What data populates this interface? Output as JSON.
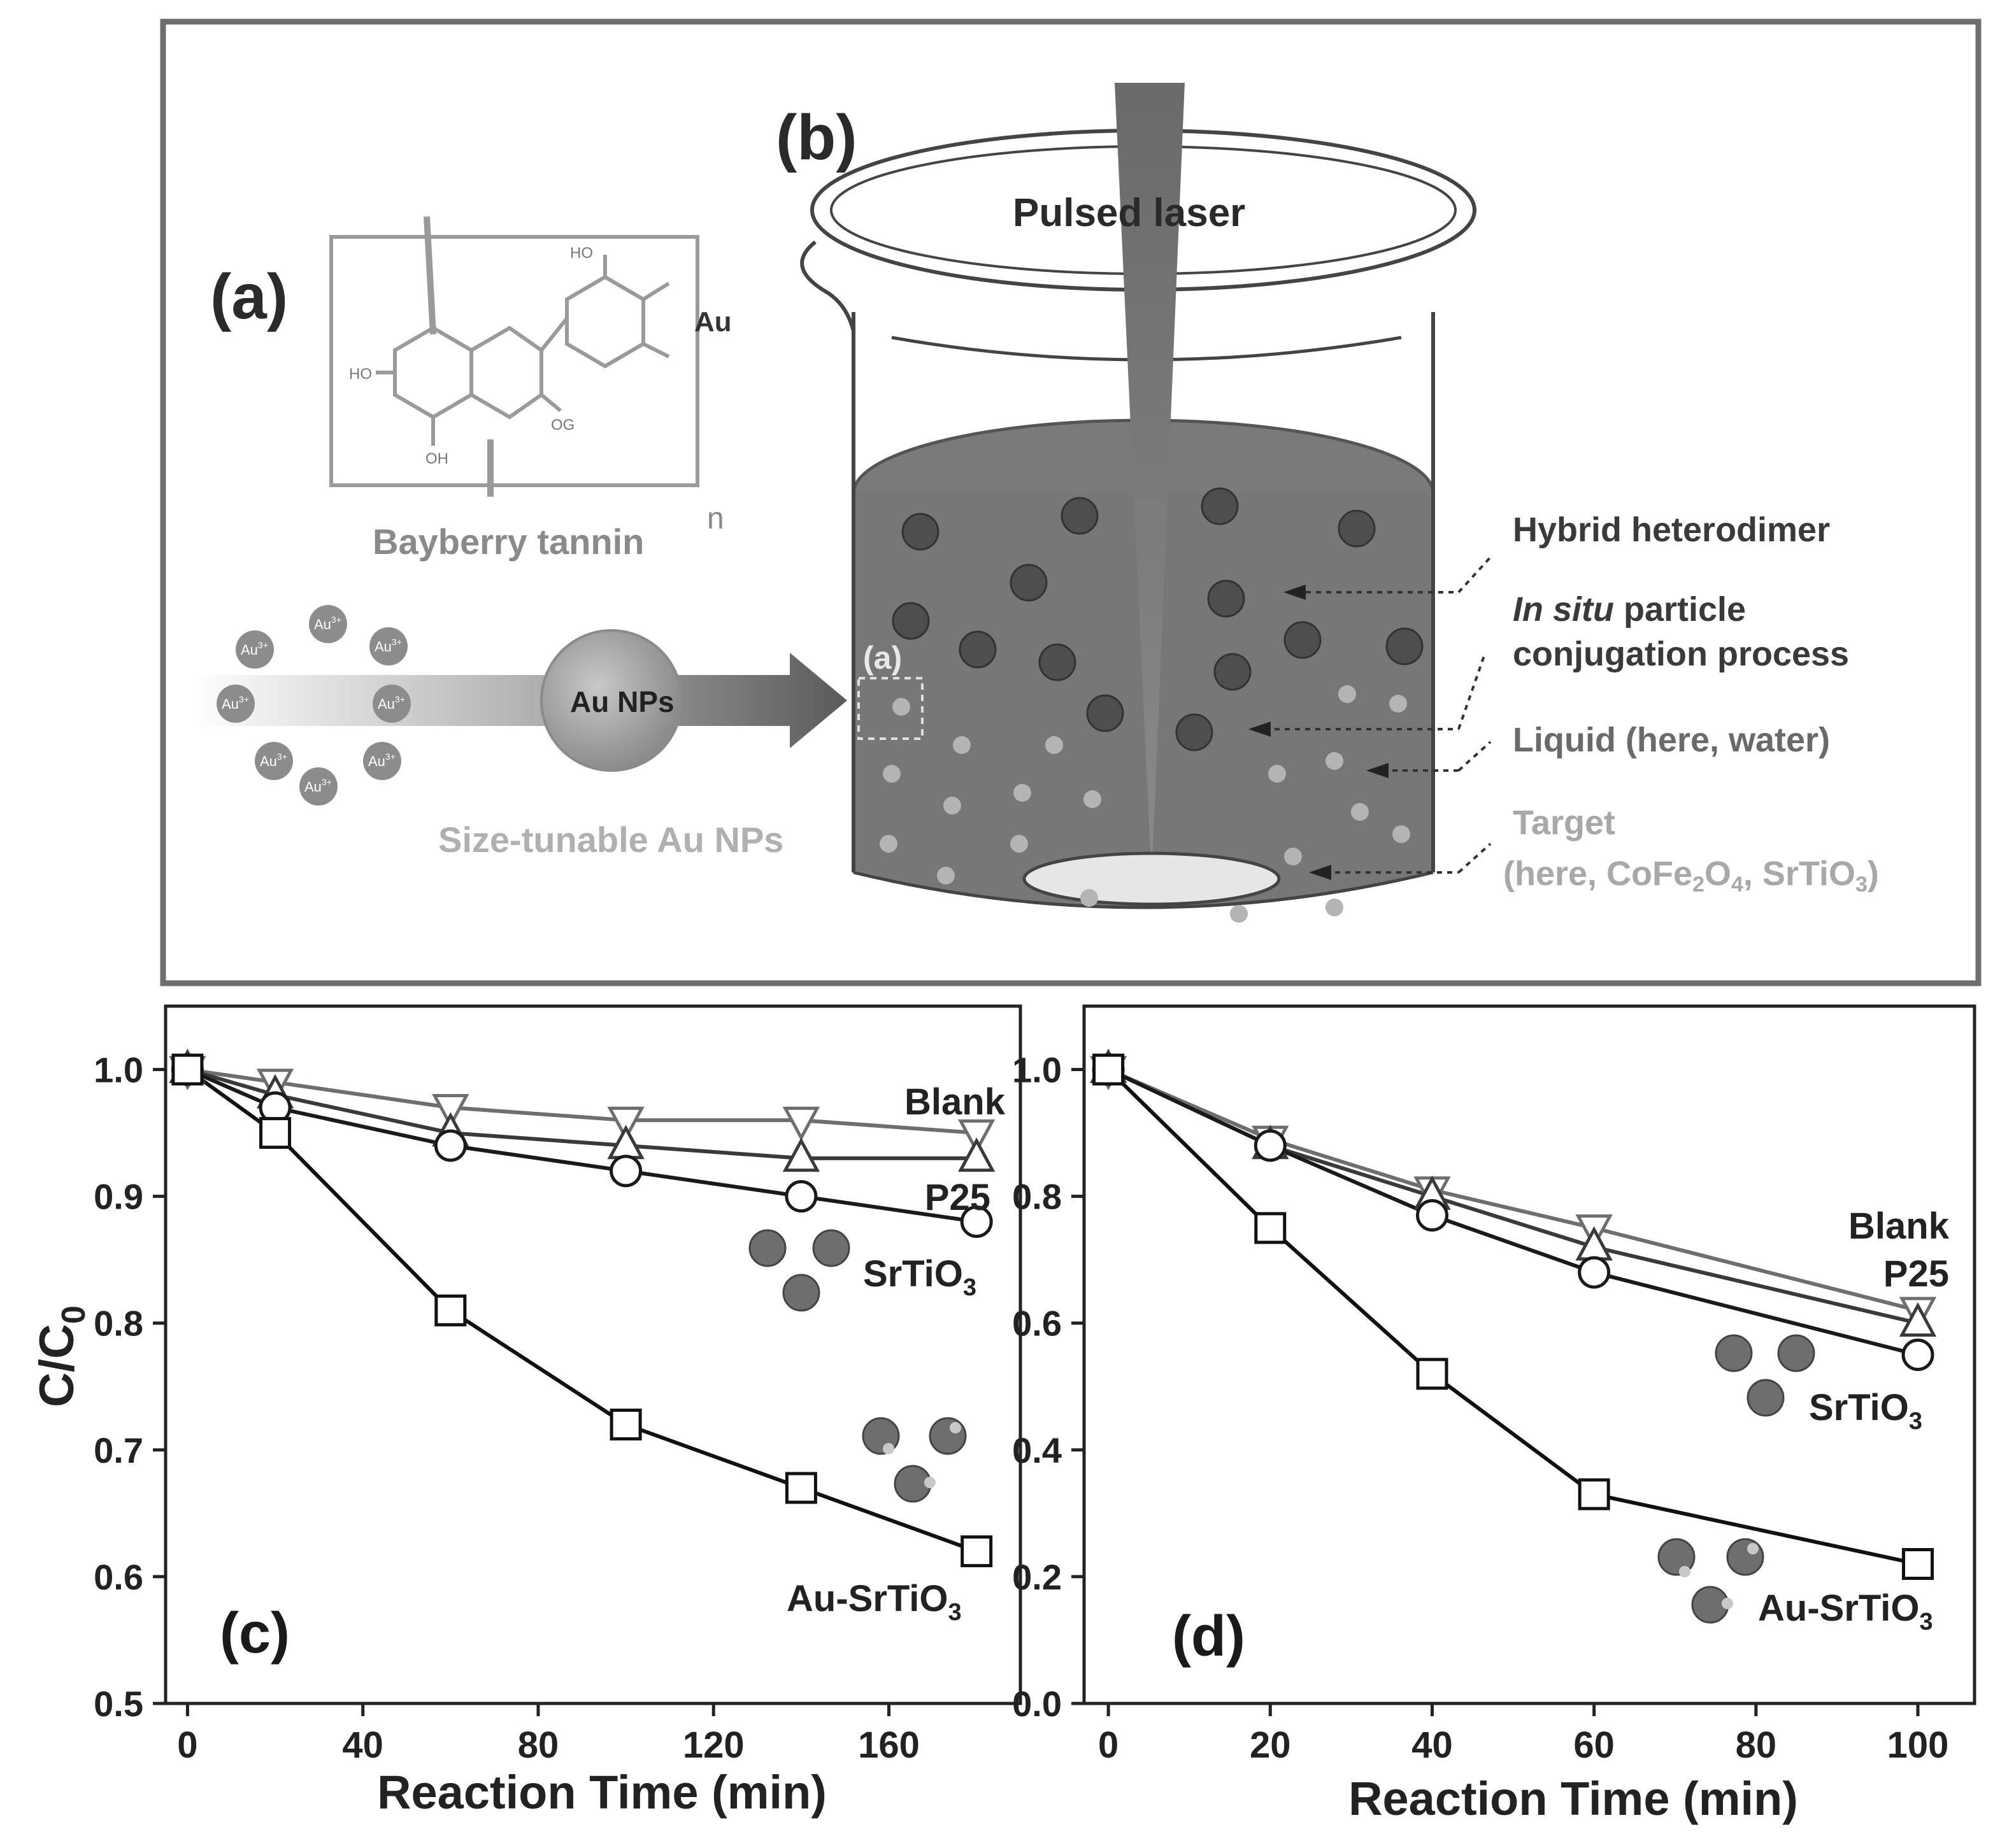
{
  "top_panel": {
    "label_a": "(a)",
    "label_b": "(b)",
    "tannin_label": "Bayberry tannin",
    "tannin_repeat": "n",
    "tannin_au": "Au",
    "chem": {
      "ho1": "HO",
      "ho2": "HO",
      "oh": "OH",
      "og": "OG"
    },
    "ion_label": "Au",
    "ion_charge": "3+",
    "au_nps": "Au NPs",
    "size_tunable": "Size-tunable Au NPs",
    "pulsed_laser": "Pulsed laser",
    "inset_label": "(a)",
    "hybrid": "Hybrid heterodimer",
    "insitu_italic": "In situ",
    "insitu_rest": " particle",
    "conjugation": "conjugation process",
    "liquid": "Liquid (here, water)",
    "target_line1": "Target",
    "target_line2": "(here, CoFe",
    "target_sub1": "2",
    "target_mid1": "O",
    "target_sub2": "4",
    "target_mid2": ", SrTiO",
    "target_sub3": "3",
    "target_end": ")"
  },
  "chart_data": [
    {
      "type": "line",
      "panel": "(c)",
      "xlabel": "Reaction Time (min)",
      "ylabel_main": "C/C",
      "ylabel_sub": "0",
      "xlim": [
        -5,
        190
      ],
      "ylim": [
        0.5,
        1.05
      ],
      "xticks": [
        0,
        40,
        80,
        120,
        160
      ],
      "xtick_labels": [
        "0",
        "40",
        "80",
        "120",
        "160"
      ],
      "yticks": [
        0.5,
        0.6,
        0.7,
        0.8,
        0.9,
        1.0
      ],
      "ytick_labels": [
        "0.5",
        "0.6",
        "0.7",
        "0.8",
        "0.9",
        "1.0"
      ],
      "x": [
        0,
        20,
        60,
        100,
        140,
        180
      ],
      "series": [
        {
          "name": "Blank",
          "marker": "triangle-down",
          "color": "#6e6e6e",
          "values": [
            1.0,
            0.99,
            0.97,
            0.96,
            0.96,
            0.95
          ]
        },
        {
          "name": "P25",
          "marker": "triangle-up",
          "color": "#3a3a3a",
          "values": [
            1.0,
            0.98,
            0.95,
            0.94,
            0.93,
            0.93
          ]
        },
        {
          "name": "SrTiO3",
          "marker": "circle",
          "color": "#1a1a1a",
          "values": [
            1.0,
            0.97,
            0.94,
            0.92,
            0.9,
            0.88
          ]
        },
        {
          "name": "Au-SrTiO3",
          "marker": "square",
          "color": "#111111",
          "values": [
            1.0,
            0.95,
            0.81,
            0.72,
            0.67,
            0.62
          ]
        }
      ],
      "labels": {
        "blank": "Blank",
        "p25": "P25",
        "srtio": "SrTiO",
        "srtio_sub": "3",
        "ausrtio": "Au-SrTiO",
        "ausrtio_sub": "3"
      }
    },
    {
      "type": "line",
      "panel": "(d)",
      "xlabel": "Reaction Time (min)",
      "xlim": [
        -3,
        107
      ],
      "ylim": [
        0.0,
        1.1
      ],
      "xticks": [
        0,
        20,
        40,
        60,
        80,
        100
      ],
      "xtick_labels": [
        "0",
        "20",
        "40",
        "60",
        "80",
        "100"
      ],
      "yticks": [
        0.0,
        0.2,
        0.4,
        0.6,
        0.8,
        1.0
      ],
      "ytick_labels": [
        "0.0",
        "0.2",
        "0.4",
        "0.6",
        "0.8",
        "1.0"
      ],
      "x": [
        0,
        20,
        40,
        60,
        100
      ],
      "series": [
        {
          "name": "Blank",
          "marker": "triangle-down",
          "color": "#6e6e6e",
          "values": [
            1.0,
            0.89,
            0.81,
            0.75,
            0.62
          ]
        },
        {
          "name": "P25",
          "marker": "triangle-up",
          "color": "#3a3a3a",
          "values": [
            1.0,
            0.88,
            0.8,
            0.72,
            0.6
          ]
        },
        {
          "name": "SrTiO3",
          "marker": "circle",
          "color": "#1a1a1a",
          "values": [
            1.0,
            0.88,
            0.77,
            0.68,
            0.55
          ]
        },
        {
          "name": "Au-SrTiO3",
          "marker": "square",
          "color": "#111111",
          "values": [
            1.0,
            0.75,
            0.52,
            0.33,
            0.22
          ]
        }
      ],
      "labels": {
        "blank": "Blank",
        "p25": "P25",
        "srtio": "SrTiO",
        "srtio_sub": "3",
        "ausrtio": "Au-SrTiO",
        "ausrtio_sub": "3"
      }
    }
  ]
}
